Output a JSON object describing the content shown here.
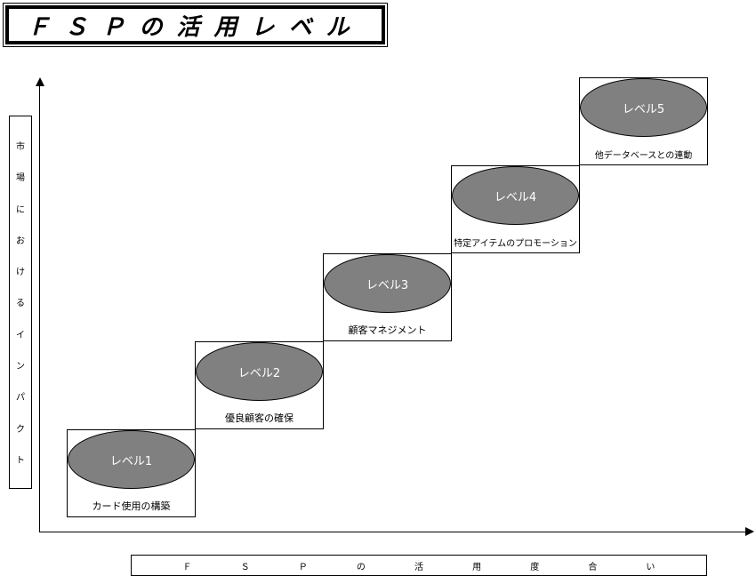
{
  "title": "ＦＳＰの活用レベル",
  "y_axis_label": [
    "市",
    "場",
    "に",
    "お",
    "け",
    "る",
    "イ",
    "ン",
    "パ",
    "ク",
    "ト"
  ],
  "x_axis_label": [
    "Ｆ",
    "Ｓ",
    "Ｐ",
    "の",
    "活",
    "用",
    "度",
    "合",
    "い"
  ],
  "levels": [
    {
      "label": "レベル1",
      "description": "カード使用の構築"
    },
    {
      "label": "レベル2",
      "description": "優良顧客の確保"
    },
    {
      "label": "レベル3",
      "description": "顧客マネジメント"
    },
    {
      "label": "レベル4",
      "description": "特定アイテムのプロモーション"
    },
    {
      "label": "レベル5",
      "description": "他データベースとの連動"
    }
  ],
  "colors": {
    "ellipse": "#808080"
  }
}
